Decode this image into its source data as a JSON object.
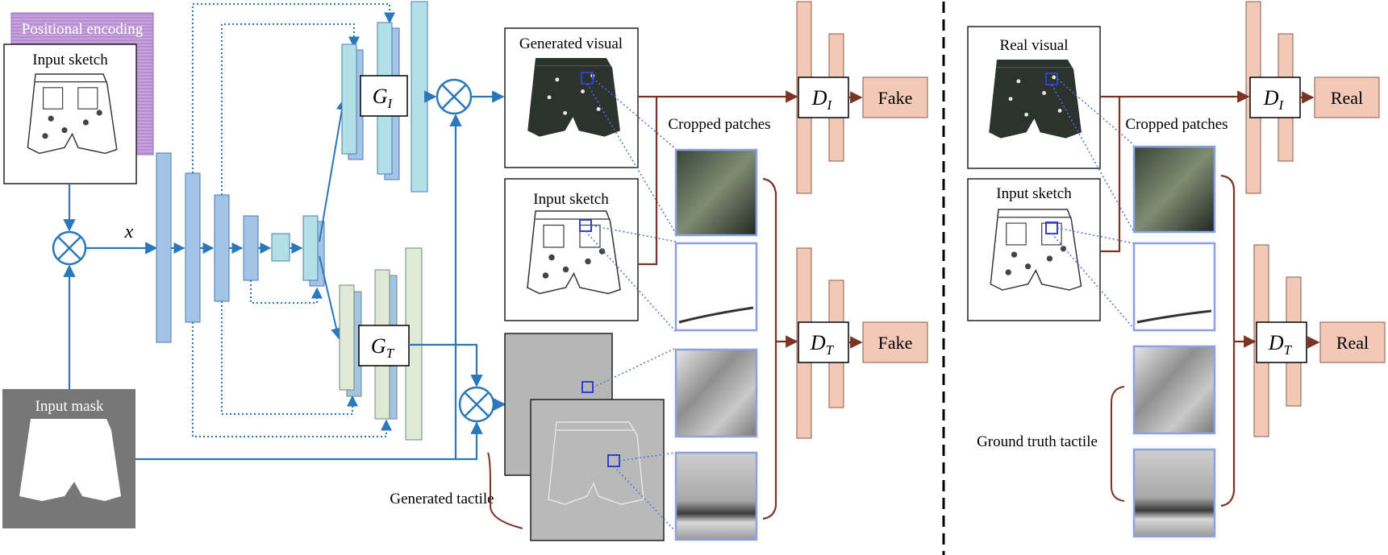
{
  "labels": {
    "positional_encoding": "Positional encoding",
    "input_sketch": "Input sketch",
    "input_mask": "Input mask",
    "x_var": "x",
    "gi_base": "G",
    "gi_sub": "I",
    "gt_base": "G",
    "gt_sub": "T",
    "di_base": "D",
    "di_sub": "I",
    "dt_base": "D",
    "dt_sub": "T",
    "generated_visual": "Generated visual",
    "input_sketch_2": "Input sketch",
    "cropped_patches": "Cropped patches",
    "generated_tactile": "Generated tactile",
    "fake": "Fake",
    "real_visual": "Real visual",
    "input_sketch_3": "Input sketch",
    "cropped_patches_2": "Cropped patches",
    "ground_truth_tactile": "Ground truth tactile",
    "real": "Real"
  },
  "colors": {
    "encoder_block": "#a3c4e4",
    "gi_block": "#b3e0e6",
    "gt_block": "#e0e8d6",
    "disc_block": "#f2c8b6",
    "disc_border": "#8c5a4a",
    "arrow_blue": "#2a77bb",
    "arrow_brown": "#7a3324",
    "patch_border": "#8aa2e0",
    "posenc": "#b98ed0",
    "mask_bg": "#777777",
    "tactile_bg": "#b6b6b6",
    "select_box": "#2f3fd0"
  },
  "icons": [
    "multiply-circle-icon",
    "shorts-sketch-icon",
    "shorts-mask-icon",
    "shorts-photo-icon"
  ]
}
